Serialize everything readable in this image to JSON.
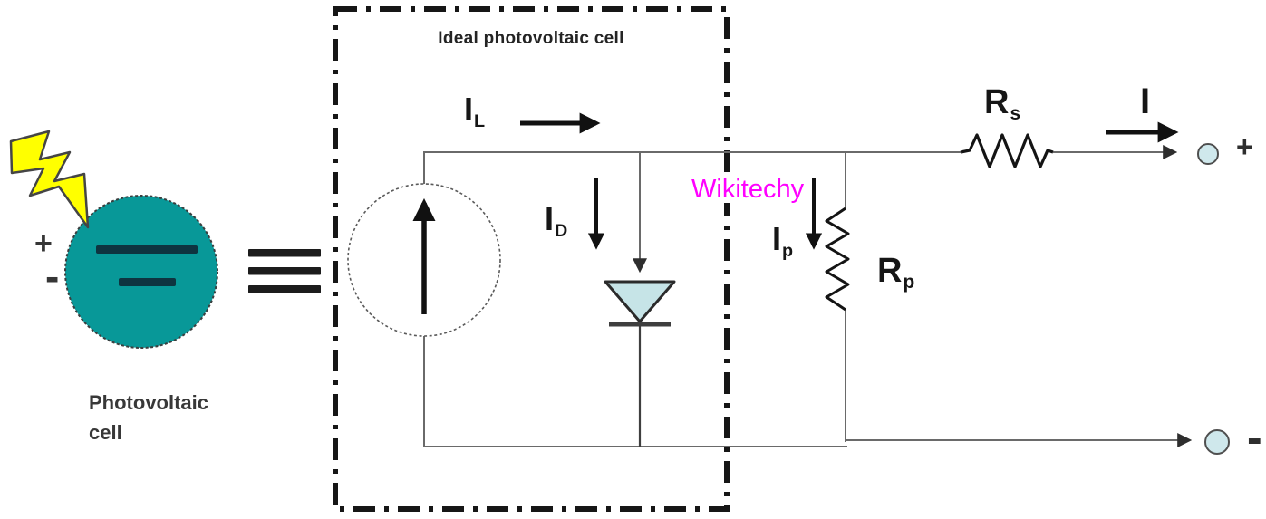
{
  "pv_cell": {
    "name_line1": "Photovoltaic",
    "name_line2": "cell",
    "plus": "+",
    "minus": "-"
  },
  "box": {
    "title": "Ideal photovoltaic cell"
  },
  "labels": {
    "photo_current": {
      "base": "I",
      "sub": "L"
    },
    "diode_current": {
      "base": "I",
      "sub": "D"
    },
    "shunt_current": {
      "base": "I",
      "sub": "p"
    },
    "shunt_resistance": {
      "base": "R",
      "sub": "p"
    },
    "series_resistance": {
      "base": "R",
      "sub": "s"
    },
    "output_current": "I"
  },
  "terminals": {
    "positive": "+",
    "negative": "-"
  },
  "watermark": {
    "text": "Wikitechy",
    "color": "#ff00ff"
  },
  "colors": {
    "cell_fill": "#089898",
    "cell_bar": "#0e3440",
    "diode_fill": "#c6e4e7",
    "terminal_fill": "#cfe8ec",
    "bolt_fill": "#ffff00",
    "wire": "#6a6a6a",
    "ink": "#141414"
  }
}
